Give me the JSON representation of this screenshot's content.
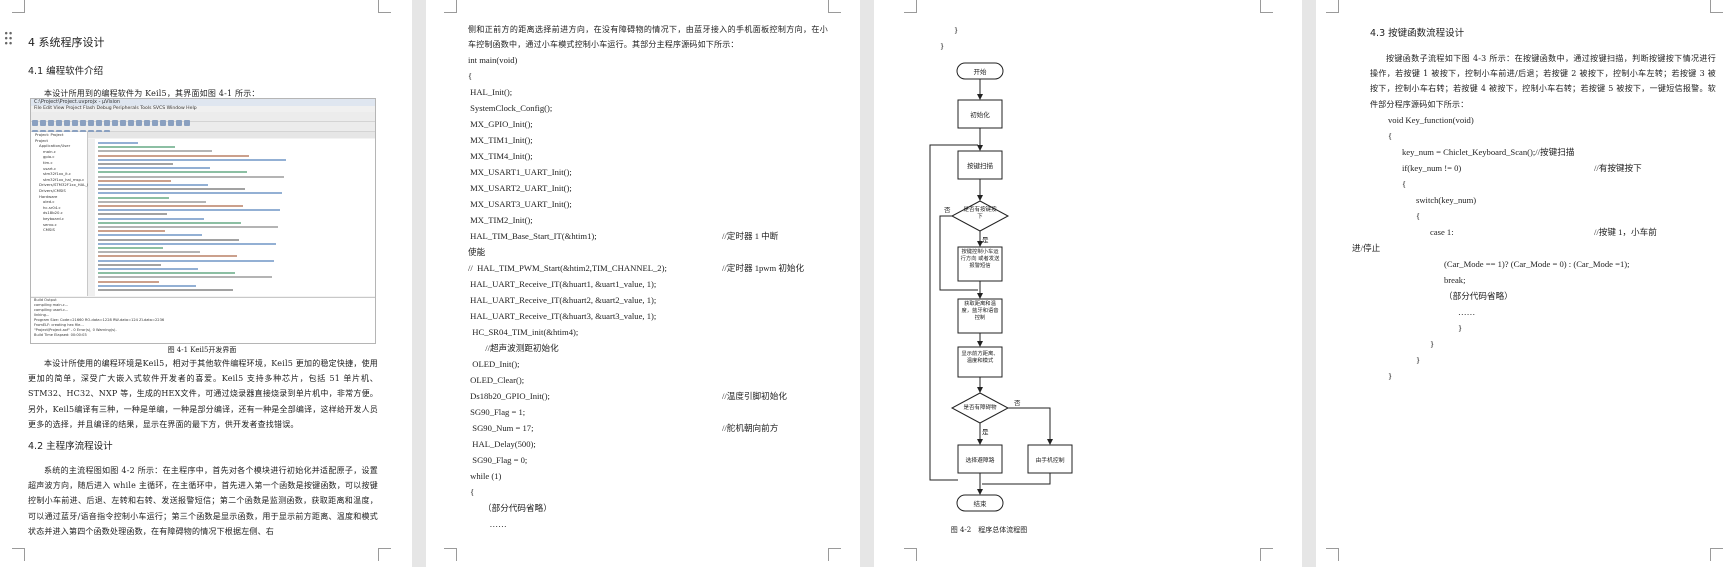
{
  "page1": {
    "chapter_heading": "4 系统程序设计",
    "section1_heading": "4.1 编程软件介绍",
    "section1_intro": "本设计所用到的编程软件为 Keil5，其界面如图 4-1 所示：",
    "ide": {
      "title": "C:\\Project\\Project.uvprojx - µVision",
      "menu": "File  Edit  View  Project  Flash  Debug  Peripherals  Tools  SVCS  Window  Help",
      "tree": [
        "Project: Project",
        "Project",
        "Application/User",
        "main.c",
        "gpio.c",
        "tim.c",
        "usart.c",
        "stm32f1xx_it.c",
        "stm32f1xx_hal_msp.c",
        "Drivers/STM32F1xx_HAL_Dri",
        "Drivers/CMSIS",
        "Hardware",
        "oled.c",
        "hc-sr04.c",
        "ds18b20.c",
        "keyboard.c",
        "servo.c",
        "CMSIS"
      ],
      "build_lines": [
        "Build Output",
        "compiling main.c...",
        "compiling usart.c...",
        "linking...",
        "Program Size: Code=21660 RO-data=1228 RW-data=124 ZI-data=2236",
        "FromELF: creating hex file...",
        "\"Project\\Project.axf\" - 0 Error(s), 0 Warning(s).",
        "Build Time Elapsed:  00:00:03"
      ]
    },
    "figure_caption": "图 4-1 Keil5开发界面",
    "section1_body": "本设计所使用的编程环境是Keil5，相对于其他软件编程环境，Keil5 更加的稳定快捷，使用更加的简单，深受广大嵌入式软件开发者的喜爱。Keil5 支持多种芯片，包括 51 单片机、STM32、HC32、NXP 等，生成的HEX文件，可通过烧录器直接烧录到单片机中，非常方便。另外，Keil5编译有三种，一种是单编，一种是部分编译，还有一种是全部编译，这样给开发人员更多的选择，并且编译的结果，显示在界面的最下方，供开发者查找错误。",
    "section2_heading": "4.2 主程序流程设计",
    "section2_body": "系统的主流程图如图 4-2 所示：在主程序中，首先对各个模块进行初始化并适配原子，设置超声波方向，随后进入 while 主循环，在主循环中，首先进入第一个函数是按键函数，可以按键控制小车前进、后退、左转和右转、发送报警短信；第二个函数是监测函数，获取距离和温度，可以通过蓝牙/语音指令控制小车运行；第三个函数是显示函数，用于显示前方距离、温度和模式状态并进入第四个函数处理函数，在有障碍物的情况下根据左侧、右"
  },
  "page2": {
    "intro": "侧和正前方的距离选择前进方向，在没有障碍物的情况下，由蓝牙接入的手机面板控制方向，在小车控制函数中，通过小车模式控制小车运行。其部分主程序源码如下所示：",
    "code": [
      {
        "t": "int main(void)",
        "c": ""
      },
      {
        "t": "{",
        "c": ""
      },
      {
        "t": " HAL_Init();",
        "c": ""
      },
      {
        "t": " SystemClock_Config();",
        "c": ""
      },
      {
        "t": " MX_GPIO_Init();",
        "c": ""
      },
      {
        "t": " MX_TIM1_Init();",
        "c": ""
      },
      {
        "t": " MX_TIM4_Init();",
        "c": ""
      },
      {
        "t": " MX_USART1_UART_Init();",
        "c": ""
      },
      {
        "t": " MX_USART2_UART_Init();",
        "c": ""
      },
      {
        "t": " MX_USART3_UART_Init();",
        "c": ""
      },
      {
        "t": " MX_TIM2_Init();",
        "c": ""
      },
      {
        "t": " HAL_TIM_Base_Start_IT(&htim1);",
        "c": "//定时器 1 中断"
      },
      {
        "t": "使能",
        "c": ""
      },
      {
        "t": "//  HAL_TIM_PWM_Start(&htim2,TIM_CHANNEL_2);",
        "c": "//定时器 1pwm 初始化"
      },
      {
        "t": " HAL_UART_Receive_IT(&huart1, &uart1_value, 1);",
        "c": ""
      },
      {
        "t": " HAL_UART_Receive_IT(&huart2, &uart2_value, 1);",
        "c": ""
      },
      {
        "t": " HAL_UART_Receive_IT(&huart3, &uart3_value, 1);",
        "c": ""
      },
      {
        "t": "  HC_SR04_TIM_init(&htim4);",
        "c": ""
      },
      {
        "t": "        //超声波测距初始化",
        "c": ""
      },
      {
        "t": "  OLED_Init();",
        "c": ""
      },
      {
        "t": " OLED_Clear();",
        "c": ""
      },
      {
        "t": " Ds18b20_GPIO_Init();",
        "c": "//温度引脚初始化"
      },
      {
        "t": " SG90_Flag = 1;",
        "c": ""
      },
      {
        "t": "  SG90_Num = 17;",
        "c": "//舵机朝向前方"
      },
      {
        "t": "  HAL_Delay(500);",
        "c": ""
      },
      {
        "t": "  SG90_Flag = 0;",
        "c": ""
      },
      {
        "t": " while (1)",
        "c": ""
      },
      {
        "t": " {",
        "c": ""
      },
      {
        "t": "       （部分代码省略）",
        "c": ""
      },
      {
        "t": "          ……",
        "c": ""
      }
    ]
  },
  "page3": {
    "code_tail": [
      "}",
      "}"
    ],
    "flow": {
      "start": "开始",
      "init": "初始化",
      "key_scan": "按键扫描",
      "decision1": "是否有按键按下",
      "key_action": "按键控制小车运行方向 或者发送报警短信",
      "measure": "获取距离和温度，蓝牙和语音控制",
      "display": "显示前方距离、温度和模式",
      "decision2": "是否有障碍物",
      "avoid": "选择避障路",
      "bluetooth": "由手机控制",
      "end": "结束",
      "yes": "是",
      "no": "否"
    },
    "figure_caption": "图 4-2　程序总体流程图"
  },
  "page4": {
    "heading": "4.3 按键函数流程设计",
    "body": "按键函数子流程如下图 4-3 所示：在按键函数中，通过按键扫描，判断按键按下情况进行操作，若按键 1 被按下，控制小车前进/后退；若按键 2 被按下，控制小车左转；若按键 3 被按下，控制小车右转；若按键 4 被按下，控制小车右转；若按键 5 被按下，一键短信报警。软件部分程序源码如下所示：",
    "code": [
      {
        "t": "void Key_function(void)",
        "c": "",
        "i": 0
      },
      {
        "t": "{",
        "c": "",
        "i": 0
      },
      {
        "t": "key_num = Chiclet_Keyboard_Scan();//按键扫描",
        "c": "",
        "i": 1
      },
      {
        "t": "if(key_num != 0)",
        "c": "//有按键按下",
        "i": 1
      },
      {
        "t": "{",
        "c": "",
        "i": 1
      },
      {
        "t": "switch(key_num)",
        "c": "",
        "i": 2
      },
      {
        "t": "{",
        "c": "",
        "i": 2
      },
      {
        "t": "case 1:",
        "c": "//按键 1，小车前",
        "i": 3
      },
      {
        "t": "进/停止",
        "c": "",
        "i": -1
      },
      {
        "t": "(Car_Mode == 1)? (Car_Mode = 0) : (Car_Mode =1);",
        "c": "",
        "i": 4
      },
      {
        "t": "break;",
        "c": "",
        "i": 4
      },
      {
        "t": "（部分代码省略）",
        "c": "",
        "i": 4
      },
      {
        "t": "……",
        "c": "",
        "i": 5
      },
      {
        "t": "}",
        "c": "",
        "i": 5
      },
      {
        "t": "}",
        "c": "",
        "i": 3
      },
      {
        "t": "}",
        "c": "",
        "i": 2
      },
      {
        "t": "}",
        "c": "",
        "i": 0
      }
    ]
  }
}
